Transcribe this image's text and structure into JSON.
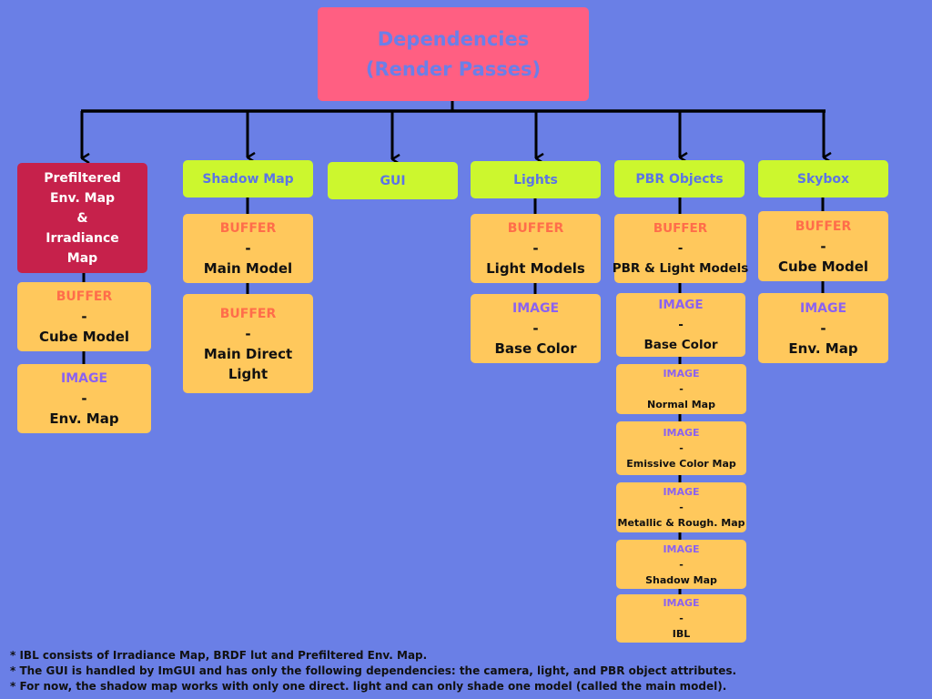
{
  "root": {
    "line1": "Dependencies",
    "line2": "(Render Passes)"
  },
  "columns": [
    {
      "header": [
        "Prefiltered",
        "Env. Map",
        "&",
        "Irradiance",
        "Map"
      ],
      "resources": [
        {
          "kind": "BUFFER",
          "sep": "-",
          "name": "Cube Model"
        },
        {
          "kind": "IMAGE",
          "sep": "-",
          "name": "Env. Map"
        }
      ]
    },
    {
      "header": [
        "Shadow Map"
      ],
      "resources": [
        {
          "kind": "BUFFER",
          "sep": "-",
          "name": "Main Model"
        },
        {
          "kind": "BUFFER",
          "sep": "-",
          "name": "Main Direct Light"
        }
      ]
    },
    {
      "header": [
        "GUI"
      ],
      "resources": []
    },
    {
      "header": [
        "Lights"
      ],
      "resources": [
        {
          "kind": "BUFFER",
          "sep": "-",
          "name": "Light Models"
        },
        {
          "kind": "IMAGE",
          "sep": "-",
          "name": "Base Color"
        }
      ]
    },
    {
      "header": [
        "PBR Objects"
      ],
      "resources": [
        {
          "kind": "BUFFER",
          "sep": "-",
          "name": "PBR & Light Models"
        },
        {
          "kind": "IMAGE",
          "sep": "-",
          "name": "Base Color"
        },
        {
          "kind": "IMAGE",
          "sep": "-",
          "name": "Normal Map"
        },
        {
          "kind": "IMAGE",
          "sep": "-",
          "name": "Emissive Color Map"
        },
        {
          "kind": "IMAGE",
          "sep": "-",
          "name": "Metallic & Rough. Map"
        },
        {
          "kind": "IMAGE",
          "sep": "-",
          "name": "Shadow Map"
        },
        {
          "kind": "IMAGE",
          "sep": "-",
          "name": "IBL"
        }
      ]
    },
    {
      "header": [
        "Skybox"
      ],
      "resources": [
        {
          "kind": "BUFFER",
          "sep": "-",
          "name": "Cube Model"
        },
        {
          "kind": "IMAGE",
          "sep": "-",
          "name": "Env. Map"
        }
      ]
    }
  ],
  "notes": [
    "* IBL consists of Irradiance Map, BRDF lut and Prefiltered Env. Map.",
    "* The GUI is handled by ImGUI and has only the following dependencies: the camera, light, and PBR object attributes.",
    "* For now, the shadow map works with only one direct. light and can only shade one model (called the main model)."
  ],
  "colors": {
    "background": "#6a7fe6",
    "root_fill": "#ff5f82",
    "pass_fill": "#ccf72e",
    "ibl_pass_fill": "#c6214b",
    "resource_fill": "#ffc85c",
    "buffer_text": "#ff6d4a",
    "image_text": "#8b62f0",
    "connector": "#000000"
  }
}
